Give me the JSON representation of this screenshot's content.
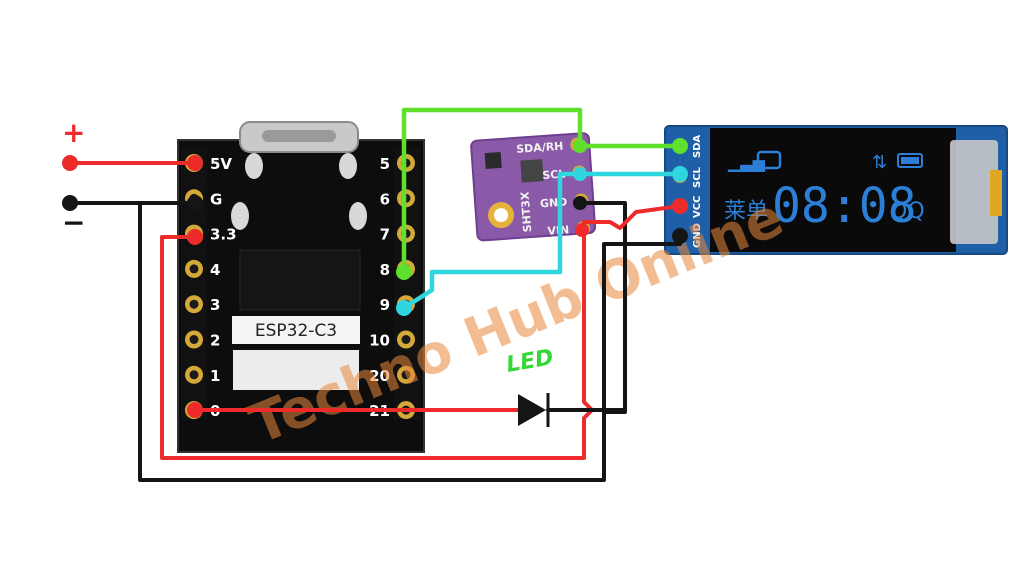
{
  "colors": {
    "power_wire": "#ee2b2b",
    "ground_wire": "#151515",
    "sda_wire": "#5ee02c",
    "scl_wire": "#2fd6e0",
    "led_label": "#36d636",
    "oled_text": "#2c7fd6",
    "sensor_board": "#8a5aa8",
    "oled_pcb": "#1f5fa8"
  },
  "power_labels": {
    "positive": "+",
    "negative": "−"
  },
  "esp32": {
    "name": "ESP32-C3",
    "left_pins": [
      "5V",
      "G",
      "3.3",
      "4",
      "3",
      "2",
      "1",
      "0"
    ],
    "right_pins": [
      "5",
      "6",
      "7",
      "8",
      "9",
      "10",
      "20",
      "21"
    ]
  },
  "sensor": {
    "silk": "SHT3X",
    "pins": [
      "SDA/RH",
      "SCL",
      "GND",
      "VIN"
    ]
  },
  "oled": {
    "pins": [
      "SDA",
      "SCL",
      "VCC",
      "GND"
    ],
    "time": "08:08",
    "left_text": "莱单",
    "right_text": "QQ"
  },
  "led_label": "LED",
  "watermark": "Techno Hub Online"
}
